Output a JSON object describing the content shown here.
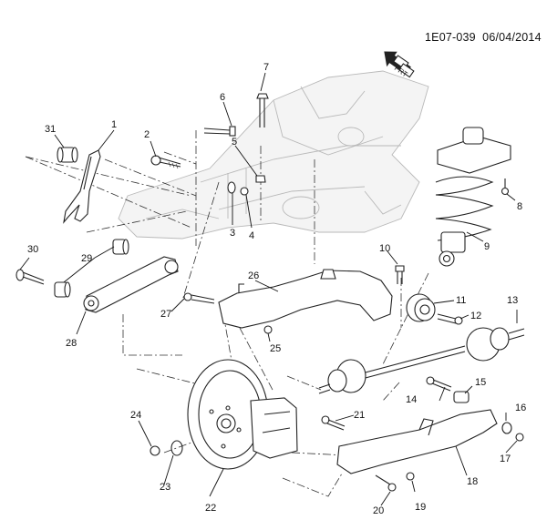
{
  "header": {
    "diagram_id": "1E07-039",
    "date": "06/04/2014",
    "direction_label": "FRT",
    "direction_icon": "front-arrow-icon"
  },
  "callouts": [
    {
      "id": "1",
      "label": "1"
    },
    {
      "id": "2",
      "label": "2"
    },
    {
      "id": "3",
      "label": "3"
    },
    {
      "id": "4",
      "label": "4"
    },
    {
      "id": "5",
      "label": "5"
    },
    {
      "id": "6",
      "label": "6"
    },
    {
      "id": "7",
      "label": "7"
    },
    {
      "id": "8",
      "label": "8"
    },
    {
      "id": "9",
      "label": "9"
    },
    {
      "id": "10",
      "label": "10"
    },
    {
      "id": "11",
      "label": "11"
    },
    {
      "id": "12",
      "label": "12"
    },
    {
      "id": "13",
      "label": "13"
    },
    {
      "id": "14",
      "label": "14"
    },
    {
      "id": "15",
      "label": "15"
    },
    {
      "id": "16",
      "label": "16"
    },
    {
      "id": "17",
      "label": "17"
    },
    {
      "id": "18",
      "label": "18"
    },
    {
      "id": "19",
      "label": "19"
    },
    {
      "id": "20",
      "label": "20"
    },
    {
      "id": "21",
      "label": "21"
    },
    {
      "id": "22",
      "label": "22"
    },
    {
      "id": "23",
      "label": "23"
    },
    {
      "id": "24",
      "label": "24"
    },
    {
      "id": "25",
      "label": "25"
    },
    {
      "id": "26",
      "label": "26"
    },
    {
      "id": "27",
      "label": "27"
    },
    {
      "id": "28",
      "label": "28"
    },
    {
      "id": "29",
      "label": "29"
    },
    {
      "id": "30",
      "label": "30"
    },
    {
      "id": "31",
      "label": "31"
    }
  ]
}
